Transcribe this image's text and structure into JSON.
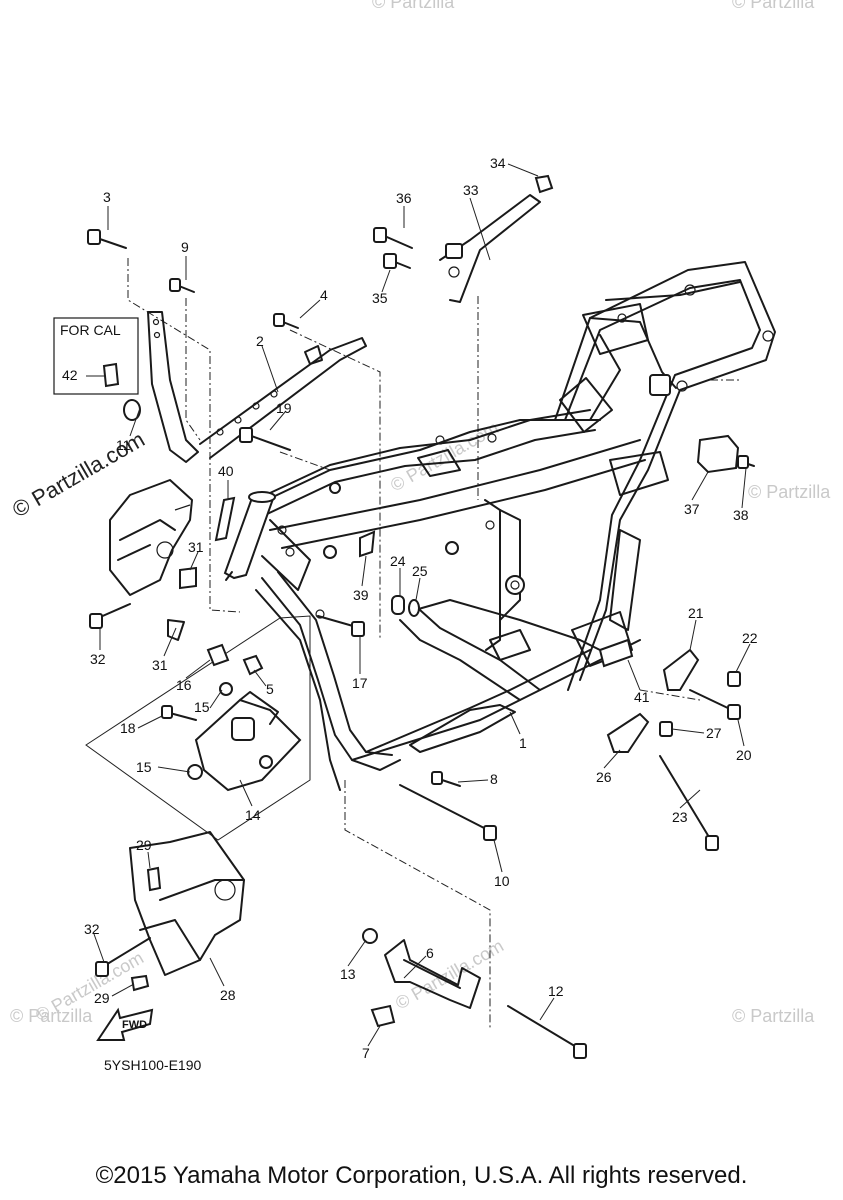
{
  "diagram": {
    "box_label": "FOR CAL",
    "fwd_label": "FWD",
    "drawing_code": "5YSH100-E190",
    "watermark": "© Partzilla.com",
    "watermark_short": "© Partzilla",
    "callouts": {
      "c1": "1",
      "c2": "2",
      "c3": "3",
      "c4": "4",
      "c5": "5",
      "c6": "6",
      "c7": "7",
      "c8": "8",
      "c9": "9",
      "c10": "10",
      "c11": "11",
      "c12": "12",
      "c13": "13",
      "c14": "14",
      "c15a": "15",
      "c15b": "15",
      "c16": "16",
      "c17": "17",
      "c18": "18",
      "c19": "19",
      "c20": "20",
      "c21": "21",
      "c22": "22",
      "c23": "23",
      "c24": "24",
      "c25": "25",
      "c26": "26",
      "c27": "27",
      "c28": "28",
      "c29a": "29",
      "c29b": "29",
      "c31a": "31",
      "c31b": "31",
      "c32a": "32",
      "c32b": "32",
      "c33": "33",
      "c34": "34",
      "c35": "35",
      "c36": "36",
      "c37": "37",
      "c38": "38",
      "c39": "39",
      "c40": "40",
      "c41": "41",
      "c42": "42"
    }
  },
  "footer": {
    "copyright": "©2015 Yamaha Motor Corporation, U.S.A. All rights reserved."
  }
}
